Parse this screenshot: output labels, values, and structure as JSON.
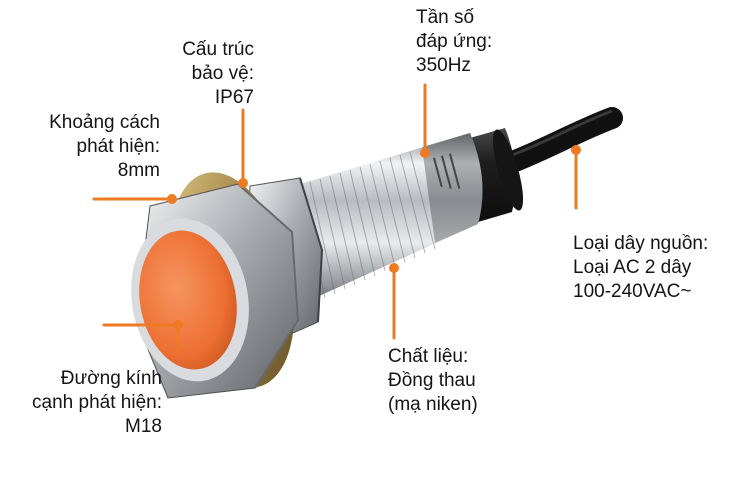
{
  "colors": {
    "accent": "#ee7a24",
    "text": "#141414",
    "sensor_face": "#f07a3e",
    "body_metal": "#c9ccd0",
    "cable": "#1b1b1b"
  },
  "callouts": {
    "detection_distance": {
      "lines": [
        "Khoảng cách",
        "phát hiện:",
        "8mm"
      ]
    },
    "protection": {
      "lines": [
        "Cấu trúc",
        "bảo vệ:",
        "IP67"
      ]
    },
    "response_frequency": {
      "lines": [
        "Tần số",
        "đáp ứng:",
        "350Hz"
      ]
    },
    "power_cable": {
      "lines": [
        "Loại dây nguồn:",
        "Loại AC 2 dây",
        "100-240VAC~"
      ]
    },
    "material": {
      "lines": [
        "Chất liệu:",
        "Đồng thau",
        "(mạ niken)"
      ]
    },
    "diameter": {
      "lines": [
        "Đường kính",
        "cạnh phát hiện:",
        "M18"
      ]
    }
  }
}
